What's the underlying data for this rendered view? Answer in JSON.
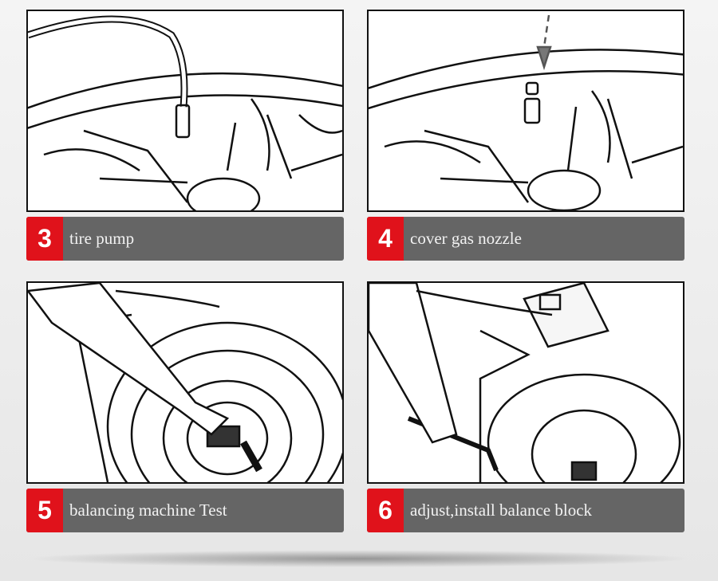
{
  "steps": [
    {
      "number": "3",
      "label": "tire pump"
    },
    {
      "number": "4",
      "label": "cover gas nozzle"
    },
    {
      "number": "5",
      "label": "balancing machine Test"
    },
    {
      "number": "6",
      "label": "adjust,install balance block"
    }
  ],
  "colors": {
    "badge": "#e0121b",
    "bar": "#656565",
    "background": "#f0f0f0"
  }
}
